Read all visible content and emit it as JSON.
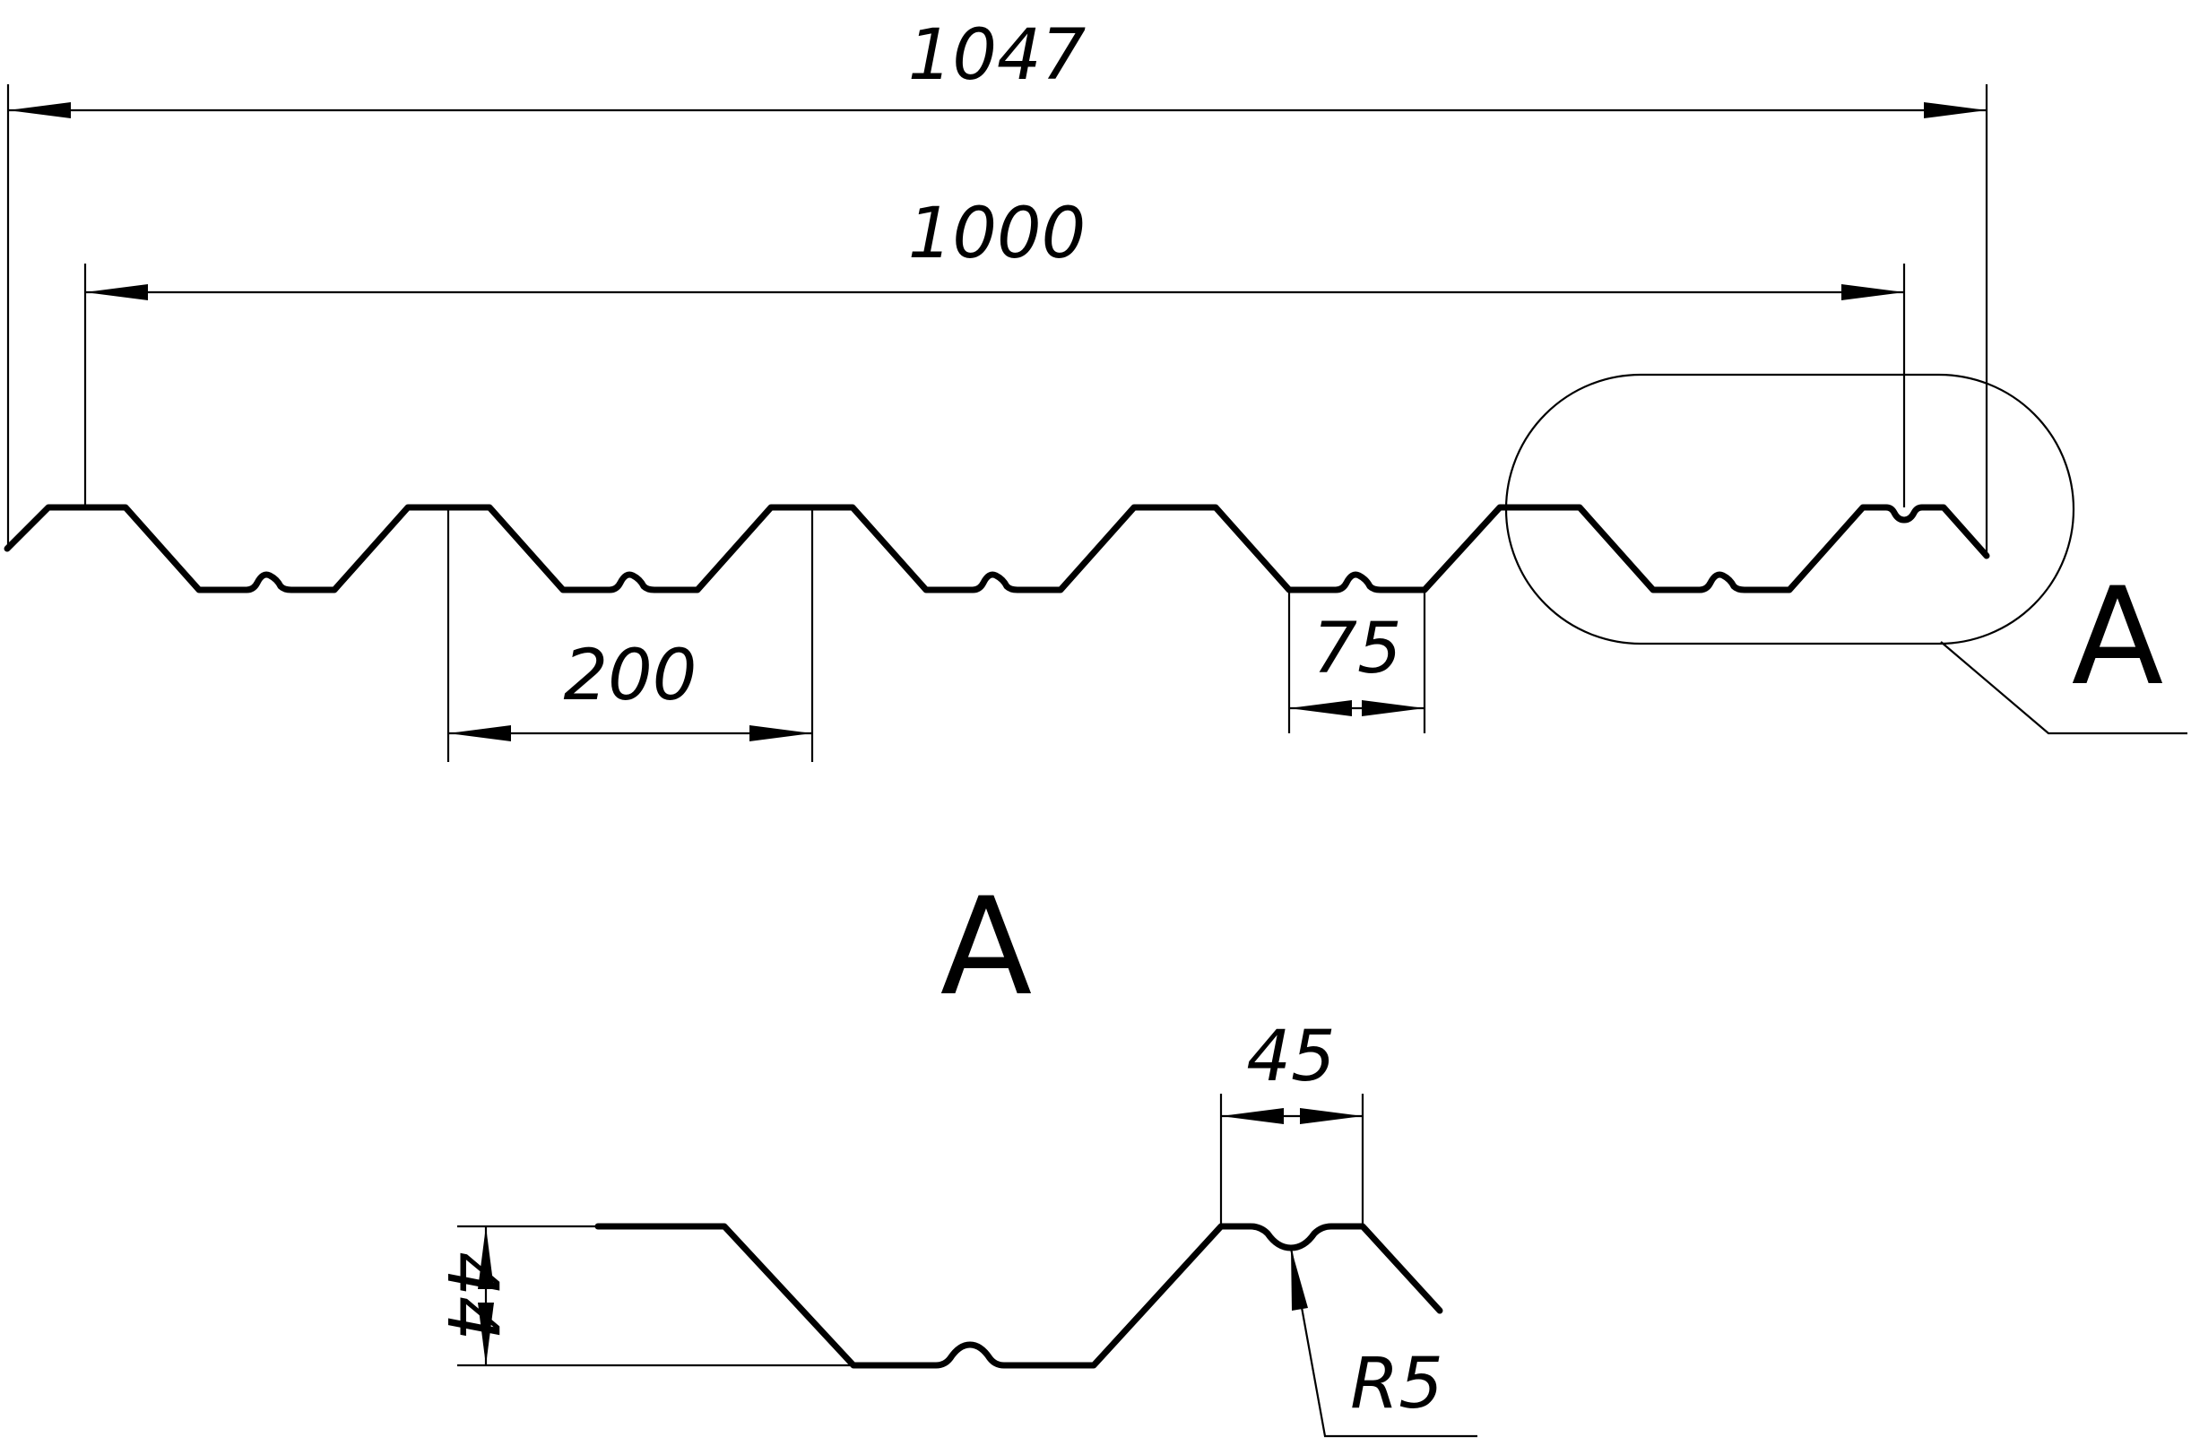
{
  "dimensions": {
    "overall_width": "1047",
    "working_width": "1000",
    "pitch": "200",
    "rib_top_width": "75",
    "section_height": "44",
    "flat_width": "45",
    "radius": "R5"
  },
  "labels": {
    "detail_callout": "A",
    "detail_title": "A"
  }
}
